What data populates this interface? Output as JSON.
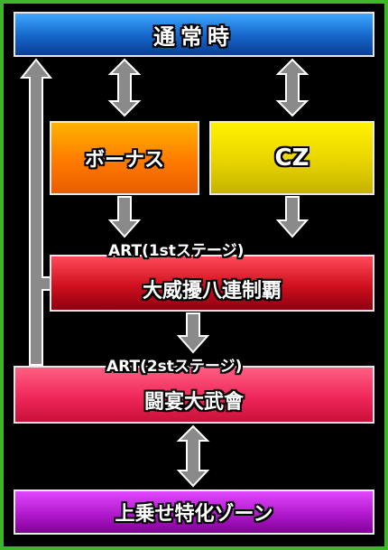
{
  "nodes": {
    "normal": "通常時",
    "bonus": "ボーナス",
    "cz": "CZ",
    "art1_stage": "ART(1stステージ)",
    "art1_name": "大威擾八連制覇",
    "art2_stage": "ART(2stステージ)",
    "art2_name": "闘宴大武會",
    "upper": "上乗せ特化ゾーン"
  },
  "edges": [
    {
      "from": "normal",
      "to": "bonus",
      "direction": "both"
    },
    {
      "from": "normal",
      "to": "cz",
      "direction": "both"
    },
    {
      "from": "bonus",
      "to": "art1",
      "direction": "forward"
    },
    {
      "from": "cz",
      "to": "art1",
      "direction": "forward"
    },
    {
      "from": "art1",
      "to": "art2",
      "direction": "forward"
    },
    {
      "from": "art1",
      "to": "normal",
      "direction": "forward"
    },
    {
      "from": "art2",
      "to": "normal",
      "direction": "forward"
    },
    {
      "from": "art2",
      "to": "upper",
      "direction": "both"
    }
  ],
  "colors": {
    "border": "#3fb52a",
    "arrow_fill": "#8a8a8a",
    "arrow_stroke": "#ffffff",
    "normal": "#1565c8",
    "bonus": "#ff7a00",
    "cz": "#e8d400",
    "art1": "#d0101e",
    "art2": "#f0275a",
    "upper": "#b01acd"
  }
}
